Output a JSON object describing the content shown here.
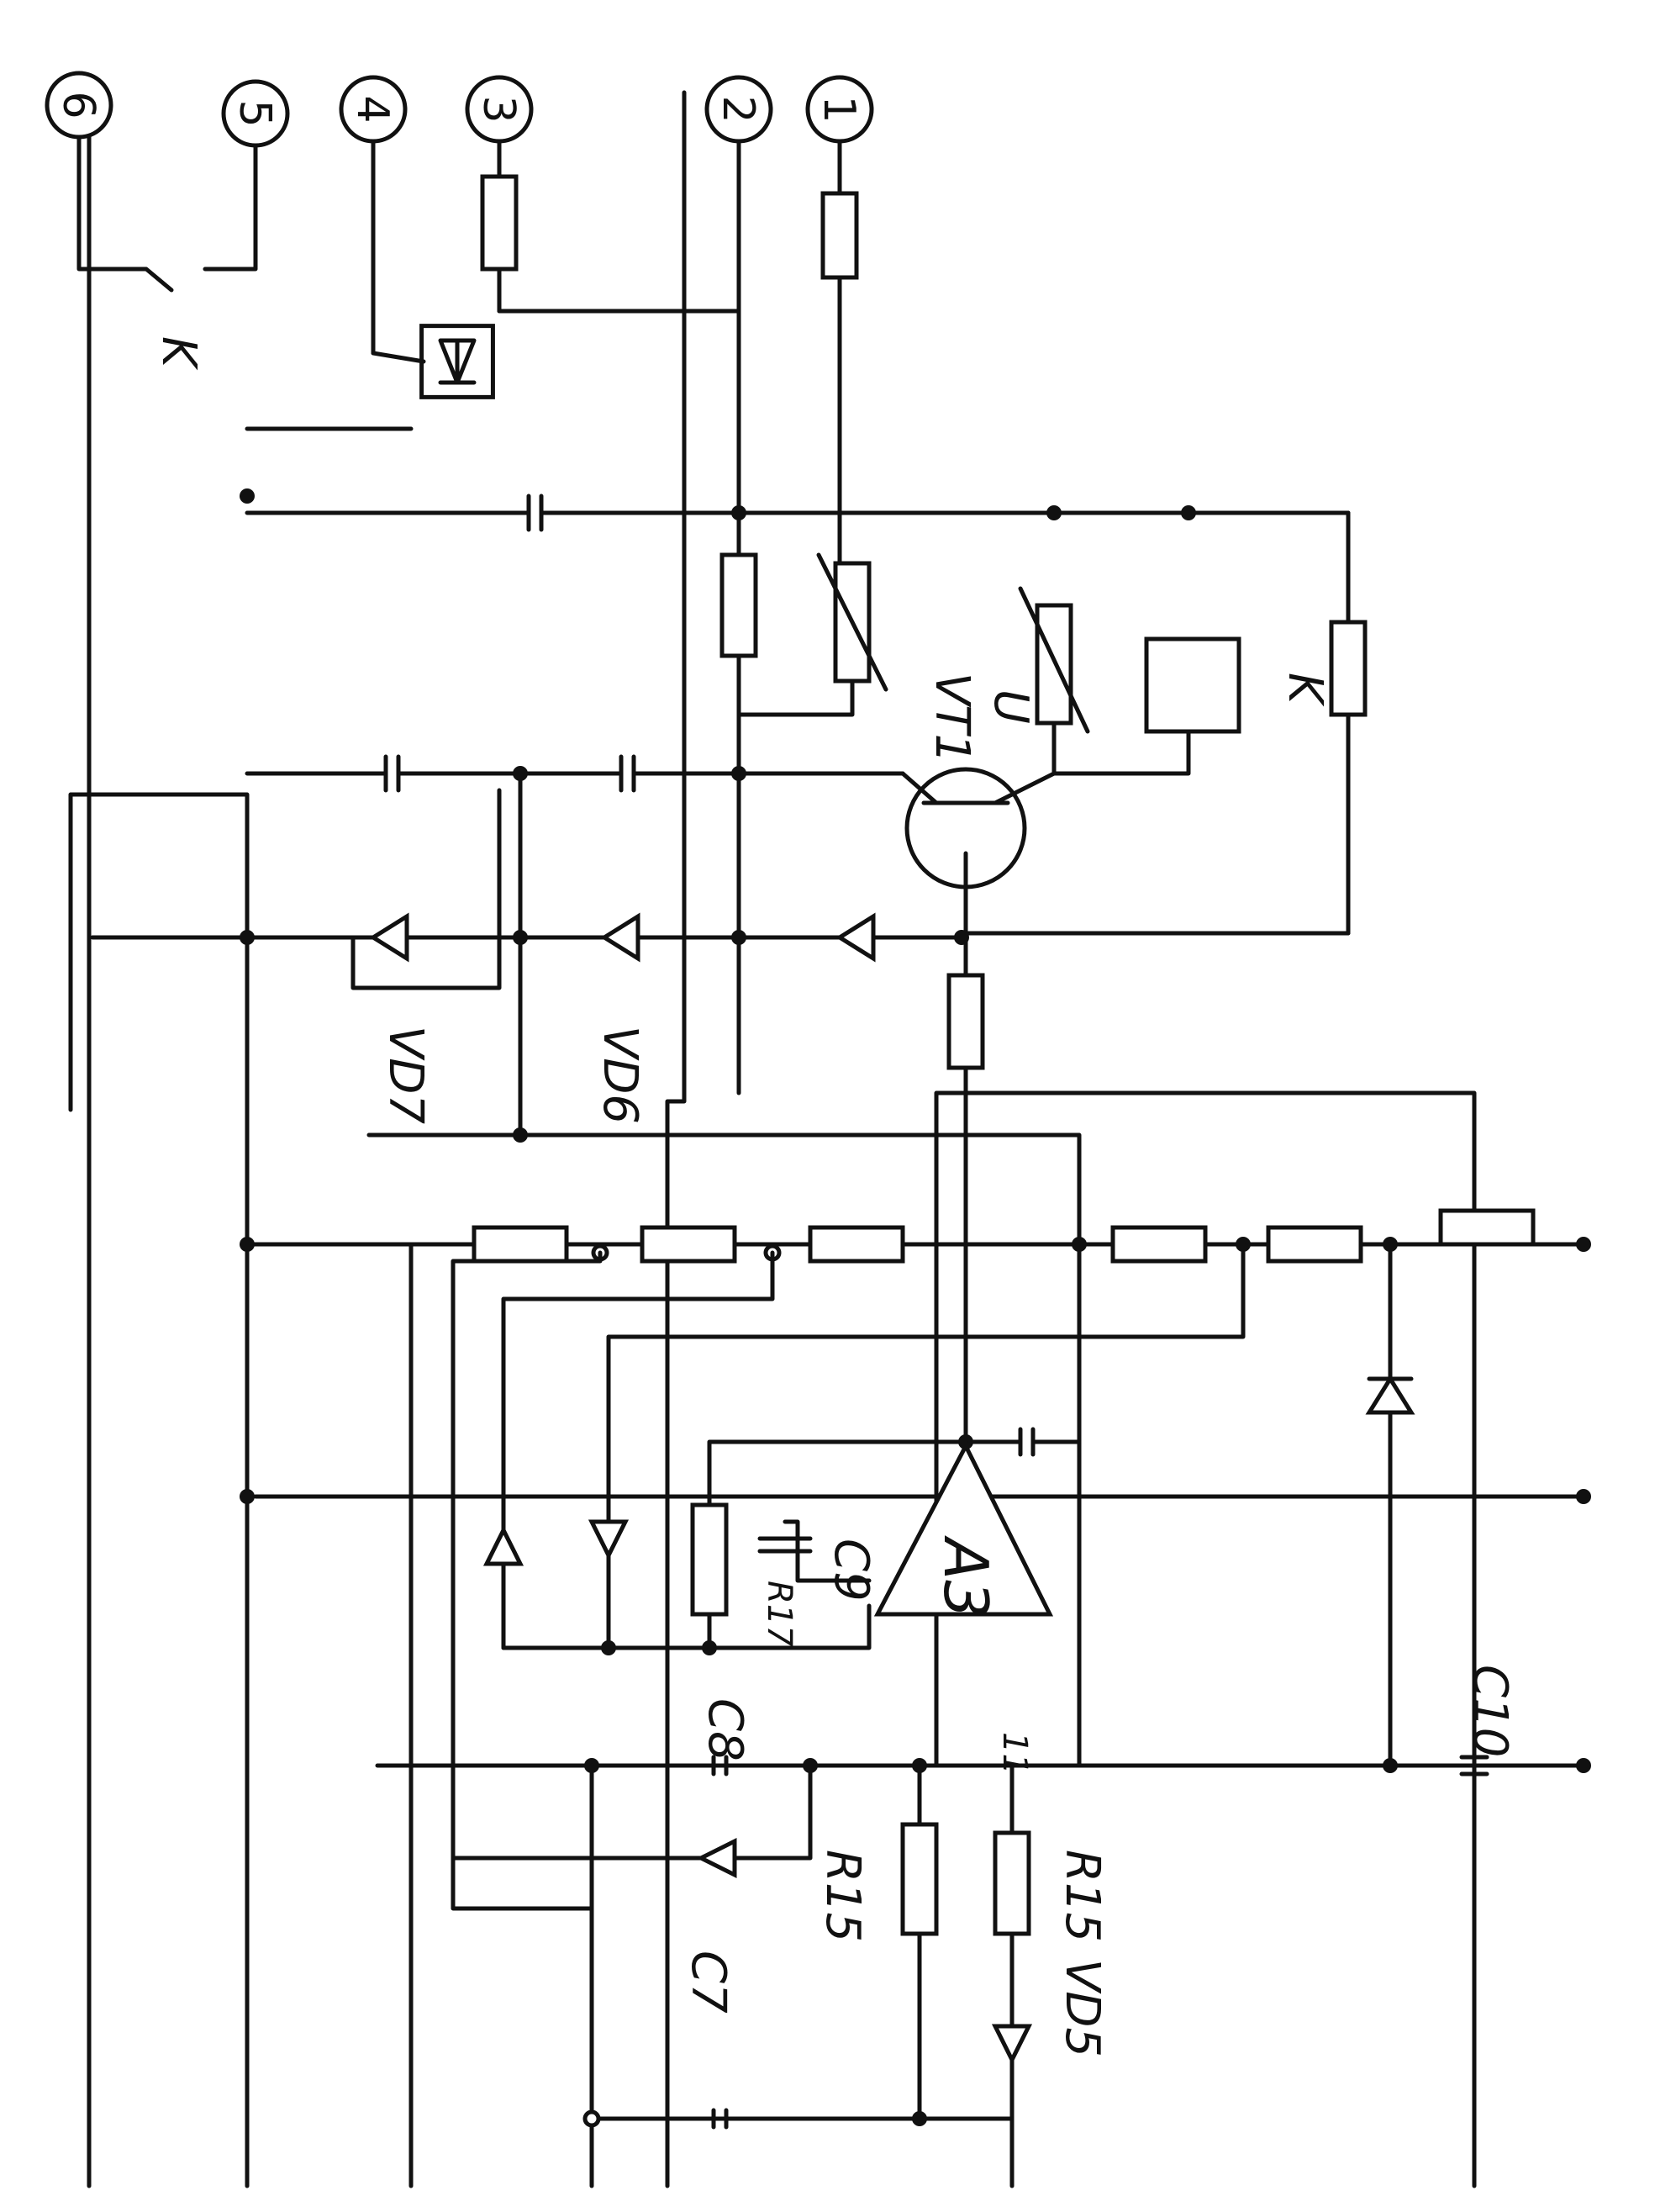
{
  "terminals": [
    "1",
    "2",
    "3",
    "4",
    "5",
    "6"
  ],
  "labels": {
    "relay_coil": "K",
    "relay_contact": "K",
    "varistor_u": "U",
    "transistor": "VT1",
    "zener_vd6": "VD6",
    "zener_vd7": "VD7",
    "opamp": "A3",
    "cap_c9": "C9",
    "res_r17": "R17",
    "cap_c8": "C8",
    "cap_c10": "C10",
    "node_11": "11",
    "res_r15": "R15",
    "res_r16": "R15",
    "diode_vd5": "VD5",
    "cap_c7": "C7"
  }
}
